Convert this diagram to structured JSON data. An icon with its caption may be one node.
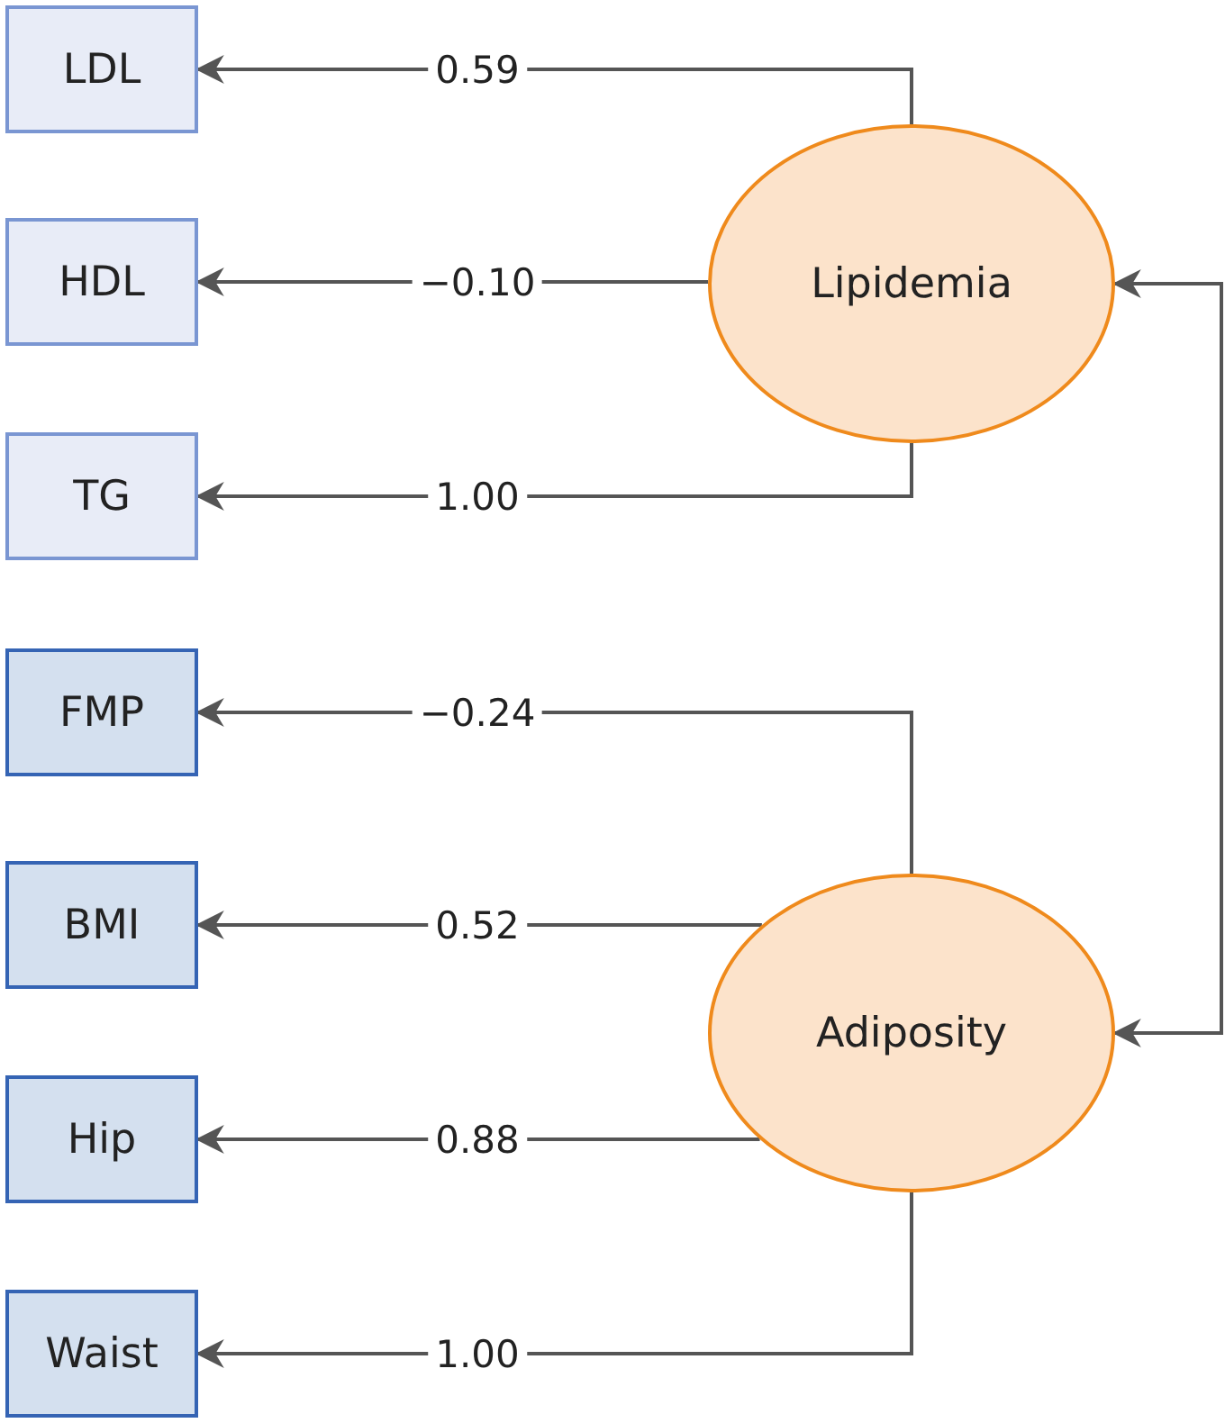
{
  "diagram": {
    "nodes": [
      {
        "text": [
          "LDL"
        ]
      },
      {
        "text": [
          "HDL"
        ]
      },
      {
        "text": [
          "TG"
        ]
      },
      {
        "text": [
          "FMP"
        ]
      },
      {
        "text": [
          "BMI"
        ]
      },
      {
        "text": [
          "Hip"
        ]
      },
      {
        "text": [
          "Waist"
        ]
      },
      {
        "text": [
          "Lipidemia"
        ]
      },
      {
        "text": [
          "Adiposity"
        ]
      }
    ],
    "edges": [
      {
        "from": 7,
        "to": 0,
        "arrow": "to",
        "label": "0.59"
      },
      {
        "from": 7,
        "to": 1,
        "arrow": "to",
        "label": "−0.10"
      },
      {
        "from": 7,
        "to": 2,
        "arrow": "to",
        "label": "1.00"
      },
      {
        "from": 8,
        "to": 3,
        "arrow": "to",
        "label": "−0.24"
      },
      {
        "from": 8,
        "to": 4,
        "arrow": "to",
        "label": "0.52"
      },
      {
        "from": 8,
        "to": 5,
        "arrow": "to",
        "label": "0.88"
      },
      {
        "from": 8,
        "to": 6,
        "arrow": "to",
        "label": "1.00"
      },
      {
        "from": 7,
        "to": 8,
        "arrow": "both"
      }
    ]
  }
}
